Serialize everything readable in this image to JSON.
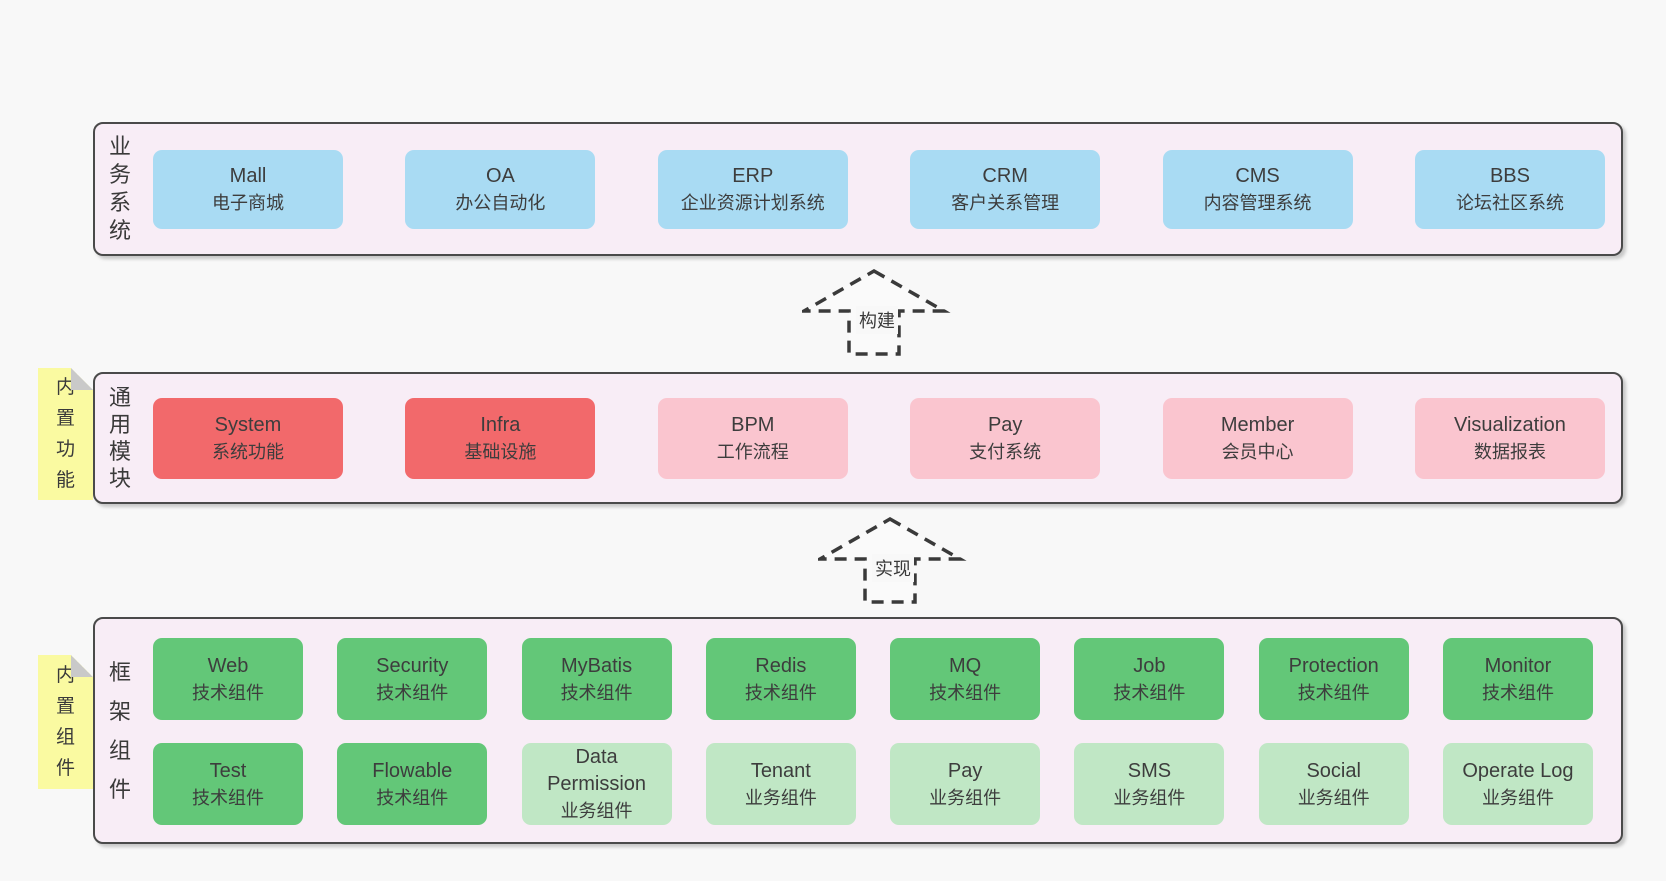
{
  "colors": {
    "page_bg": "#f8f8f8",
    "panel_bg": "#f8edf6",
    "panel_border": "#4a4a4a",
    "blue": "#a9dbf3",
    "red": "#f2696b",
    "pink": "#fac5cf",
    "green": "#63c778",
    "light_green": "#c0e7c5",
    "yellow": "#fafaa1",
    "fold_gray": "#c9c9c9",
    "text": "#3d3d3d"
  },
  "arrows": [
    {
      "label": "构建"
    },
    {
      "label": "实现"
    }
  ],
  "layers": [
    {
      "label": "业务系统",
      "tag": "",
      "rows": [
        [
          {
            "name": "Mall",
            "desc": "电子商城",
            "type": "blue"
          },
          {
            "name": "OA",
            "desc": "办公自动化",
            "type": "blue"
          },
          {
            "name": "ERP",
            "desc": "企业资源计划系统",
            "type": "blue"
          },
          {
            "name": "CRM",
            "desc": "客户关系管理",
            "type": "blue"
          },
          {
            "name": "CMS",
            "desc": "内容管理系统",
            "type": "blue"
          },
          {
            "name": "BBS",
            "desc": "论坛社区系统",
            "type": "blue"
          }
        ]
      ]
    },
    {
      "label": "通用模块",
      "tag": "内置功能",
      "rows": [
        [
          {
            "name": "System",
            "desc": "系统功能",
            "type": "red"
          },
          {
            "name": "Infra",
            "desc": "基础设施",
            "type": "red"
          },
          {
            "name": "BPM",
            "desc": "工作流程",
            "type": "pink"
          },
          {
            "name": "Pay",
            "desc": "支付系统",
            "type": "pink"
          },
          {
            "name": "Member",
            "desc": "会员中心",
            "type": "pink"
          },
          {
            "name": "Visualization",
            "desc": "数据报表",
            "type": "pink"
          }
        ]
      ]
    },
    {
      "label": "框架组件",
      "tag": "内置组件",
      "rows": [
        [
          {
            "name": "Web",
            "desc": "技术组件",
            "type": "green"
          },
          {
            "name": "Security",
            "desc": "技术组件",
            "type": "green"
          },
          {
            "name": "MyBatis",
            "desc": "技术组件",
            "type": "green"
          },
          {
            "name": "Redis",
            "desc": "技术组件",
            "type": "green"
          },
          {
            "name": "MQ",
            "desc": "技术组件",
            "type": "green"
          },
          {
            "name": "Job",
            "desc": "技术组件",
            "type": "green"
          },
          {
            "name": "Protection",
            "desc": "技术组件",
            "type": "green"
          },
          {
            "name": "Monitor",
            "desc": "技术组件",
            "type": "green"
          }
        ],
        [
          {
            "name": "Test",
            "desc": "技术组件",
            "type": "green"
          },
          {
            "name": "Flowable",
            "desc": "技术组件",
            "type": "green"
          },
          {
            "name": "Data Permission",
            "desc": "业务组件",
            "type": "light-green"
          },
          {
            "name": "Tenant",
            "desc": "业务组件",
            "type": "light-green"
          },
          {
            "name": "Pay",
            "desc": "业务组件",
            "type": "light-green"
          },
          {
            "name": "SMS",
            "desc": "业务组件",
            "type": "light-green"
          },
          {
            "name": "Social",
            "desc": "业务组件",
            "type": "light-green"
          },
          {
            "name": "Operate Log",
            "desc": "业务组件",
            "type": "light-green"
          }
        ]
      ]
    }
  ]
}
